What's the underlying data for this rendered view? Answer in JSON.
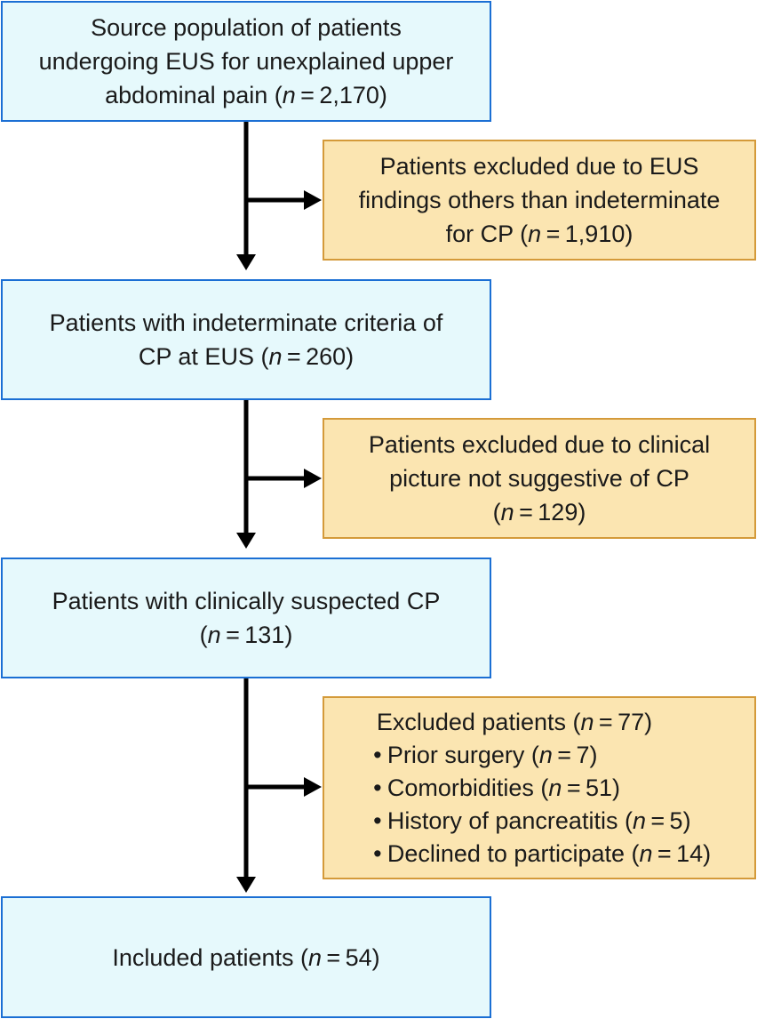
{
  "nodes": {
    "source": {
      "lines": [
        "Source population of patients",
        "undergoing EUS for unexplained upper"
      ],
      "last_prefix": "abdominal pain (",
      "n_symbol": "n",
      "last_suffix": " = 2,170)"
    },
    "excluded_1": {
      "lines": [
        "Patients excluded due to EUS",
        "findings others than indeterminate"
      ],
      "last_prefix": "for CP (",
      "n_symbol": "n",
      "last_suffix": " = 1,910)"
    },
    "indeterminate": {
      "lines": [
        "Patients with indeterminate criteria of"
      ],
      "last_prefix": "CP at EUS (",
      "n_symbol": "n",
      "last_suffix": " = 260)"
    },
    "excluded_2": {
      "lines": [
        "Patients excluded due to clinical",
        "picture not suggestive of CP"
      ],
      "last_prefix": "(",
      "n_symbol": "n",
      "last_suffix": " = 129)"
    },
    "suspected": {
      "lines": [
        "Patients with clinically suspected CP"
      ],
      "last_prefix": "(",
      "n_symbol": "n",
      "last_suffix": " = 131)"
    },
    "excluded_3": {
      "heading_prefix": "Excluded patients (",
      "n_symbol": "n",
      "heading_suffix": " = 77)",
      "bullet": "•",
      "items": [
        {
          "prefix": "Prior surgery (",
          "suffix": " = 7)"
        },
        {
          "prefix": "Comorbidities (",
          "suffix": " = 51)"
        },
        {
          "prefix": "History of pancreatitis (",
          "suffix": " = 5)"
        },
        {
          "prefix": "Declined to participate (",
          "suffix": " = 14)"
        }
      ]
    },
    "included": {
      "last_prefix": "Included patients (",
      "n_symbol": "n",
      "last_suffix": " = 54)"
    }
  },
  "colors": {
    "main_fill": "#e6f9fc",
    "main_border": "#1b6fd4",
    "excluded_fill": "#fbe5b1",
    "excluded_border": "#d49a3a",
    "arrow": "#000000"
  }
}
